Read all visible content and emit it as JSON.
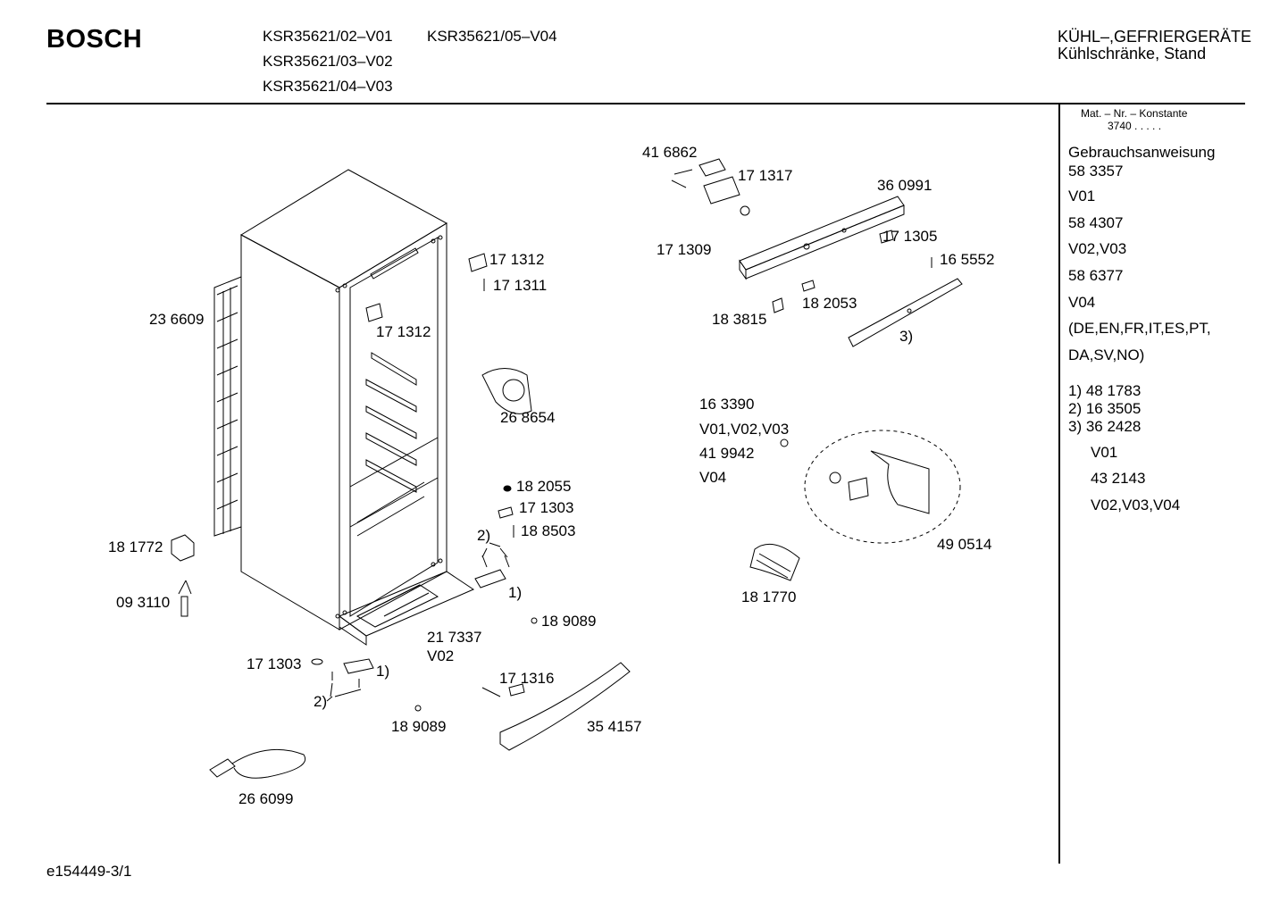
{
  "header": {
    "brand": "BOSCH",
    "models": [
      "KSR35621/02–V01",
      "KSR35621/05–V04",
      "KSR35621/03–V02",
      "KSR35621/04–V03"
    ],
    "category_main": "KÜHL–,GEFRIERGERÄTE",
    "category_sub": "Kühlschränke, Stand"
  },
  "sidebar": {
    "mat_label": "Mat. – Nr. – Konstante",
    "mat_value": "3740  .   .   .   .   .",
    "lines": [
      "Gebrauchsanweisung",
      "58 3357",
      "V01",
      "58 4307",
      "V02,V03",
      "58 6377",
      "V04",
      "(DE,EN,FR,IT,ES,PT,",
      "DA,SV,NO)",
      "1)  48 1783",
      "2)  16 3505",
      "3)  36 2428",
      "V01",
      "43 2143",
      "V02,V03,V04"
    ]
  },
  "parts": [
    "41 6862",
    "17 1317",
    "36 0991",
    "17 1309",
    "17 1305",
    "16 5552",
    "18 2053",
    "18 3815",
    "3)",
    "17 1312",
    "17 1311",
    "23 6609",
    "17 1312",
    "26 8654",
    "16 3390",
    "V01,V02,V03",
    "41 9942",
    "V04",
    "18 2055",
    "17 1303",
    "18 8503",
    "2)",
    "1)",
    "18 1772",
    "09 3110",
    "49 0514",
    "18 1770",
    "18 9089",
    "21 7337",
    "V02",
    "17 1303",
    "1)",
    "2)",
    "18 9089",
    "17 1316",
    "35 4157",
    "26 6099"
  ],
  "footer": {
    "code": "e154449-3/1"
  }
}
